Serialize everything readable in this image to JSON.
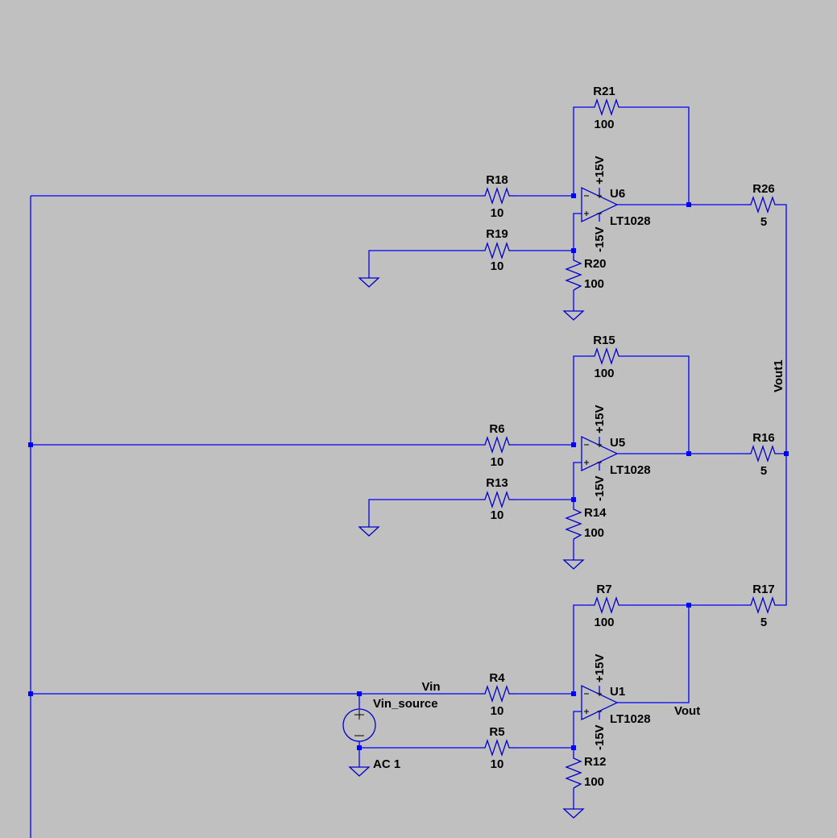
{
  "theme": {
    "background": "#c0c0c0",
    "wire": "#0000ff",
    "symbol": "#0000cc",
    "text": "#000000"
  },
  "stage_top": {
    "r_feedback": {
      "name": "R21",
      "value": "100"
    },
    "r_in": {
      "name": "R18",
      "value": "10"
    },
    "r_gnd": {
      "name": "R19",
      "value": "10"
    },
    "r_shunt": {
      "name": "R20",
      "value": "100"
    },
    "r_out": {
      "name": "R26",
      "value": "5"
    },
    "opamp": {
      "ref": "U6",
      "model": "LT1028",
      "vpos": "+15V",
      "vneg": "-15V"
    }
  },
  "stage_mid": {
    "r_feedback": {
      "name": "R15",
      "value": "100"
    },
    "r_in": {
      "name": "R6",
      "value": "10"
    },
    "r_gnd": {
      "name": "R13",
      "value": "10"
    },
    "r_shunt": {
      "name": "R14",
      "value": "100"
    },
    "r_out": {
      "name": "R16",
      "value": "5"
    },
    "opamp": {
      "ref": "U5",
      "model": "LT1028",
      "vpos": "+15V",
      "vneg": "-15V"
    }
  },
  "stage_bot": {
    "r_feedback": {
      "name": "R7",
      "value": "100"
    },
    "r_in": {
      "name": "R4",
      "value": "10"
    },
    "r_gnd": {
      "name": "R5",
      "value": "10"
    },
    "r_shunt": {
      "name": "R12",
      "value": "100"
    },
    "r_out": {
      "name": "R17",
      "value": "5"
    },
    "opamp": {
      "ref": "U1",
      "model": "LT1028",
      "vpos": "+15V",
      "vneg": "-15V"
    }
  },
  "source": {
    "name": "Vin_source",
    "value": "AC 1"
  },
  "nets": {
    "vin": "Vin",
    "vout": "Vout",
    "vout1": "Vout1"
  }
}
